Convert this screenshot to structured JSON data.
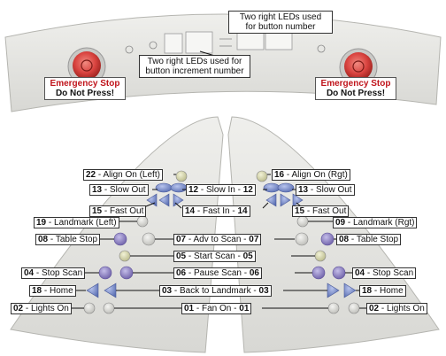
{
  "top_panel": {
    "notes": {
      "right_leds": "Two right LEDs used\nfor button number",
      "left_leds": "Two right LEDs used for\nbutton increment number"
    },
    "emergency_left": {
      "line1": "Emergency Stop",
      "line2": "Do Not Press!"
    },
    "emergency_right": {
      "line1": "Emergency Stop",
      "line2": "Do Not Press!"
    }
  },
  "callouts": [
    {
      "id": "22",
      "label": "Align On (Left)"
    },
    {
      "id": "16",
      "label": "Align On (Rgt)"
    },
    {
      "id": "13a",
      "num": "13",
      "label": "Slow Out"
    },
    {
      "id": "12a",
      "num": "12",
      "label": "Slow In",
      "num2": "12"
    },
    {
      "id": "13b",
      "num": "13",
      "label": "Slow Out"
    },
    {
      "id": "15a",
      "num": "15",
      "label": "Fast Out"
    },
    {
      "id": "14",
      "num": "14",
      "label": "Fast In",
      "num2": "14"
    },
    {
      "id": "15b",
      "num": "15",
      "label": "Fast Out"
    },
    {
      "id": "19",
      "num": "19",
      "label": "Landmark (Left)"
    },
    {
      "id": "09",
      "num": "09",
      "label": "Landmark (Rgt)"
    },
    {
      "id": "08a",
      "num": "08",
      "label": "Table Stop"
    },
    {
      "id": "07",
      "num": "07",
      "label": "Adv to Scan",
      "num2": "07"
    },
    {
      "id": "08b",
      "num": "08",
      "label": "Table Stop"
    },
    {
      "id": "05",
      "num": "05",
      "label": "Start Scan",
      "num2": "05"
    },
    {
      "id": "04a",
      "num": "04",
      "label": "Stop Scan"
    },
    {
      "id": "06",
      "num": "06",
      "label": "Pause Scan",
      "num2": "06"
    },
    {
      "id": "04b",
      "num": "04",
      "label": "Stop Scan"
    },
    {
      "id": "18a",
      "num": "18",
      "label": "Home"
    },
    {
      "id": "03",
      "num": "03",
      "label": "Back to Landmark",
      "num2": "03"
    },
    {
      "id": "18b",
      "num": "18",
      "label": "Home"
    },
    {
      "id": "02a",
      "num": "02",
      "label": "Lights On"
    },
    {
      "id": "01",
      "num": "01",
      "label": "Fan On",
      "num2": "01"
    },
    {
      "id": "02b",
      "num": "02",
      "label": "Lights On"
    }
  ],
  "colors": {
    "panel": "#e6e6e3",
    "panel_edge": "#b9b9b5",
    "estop_red": "#d9433f",
    "button_blue": "#6f86c9",
    "button_purple": "#8f82c4",
    "button_olive": "#cfcf9a"
  }
}
